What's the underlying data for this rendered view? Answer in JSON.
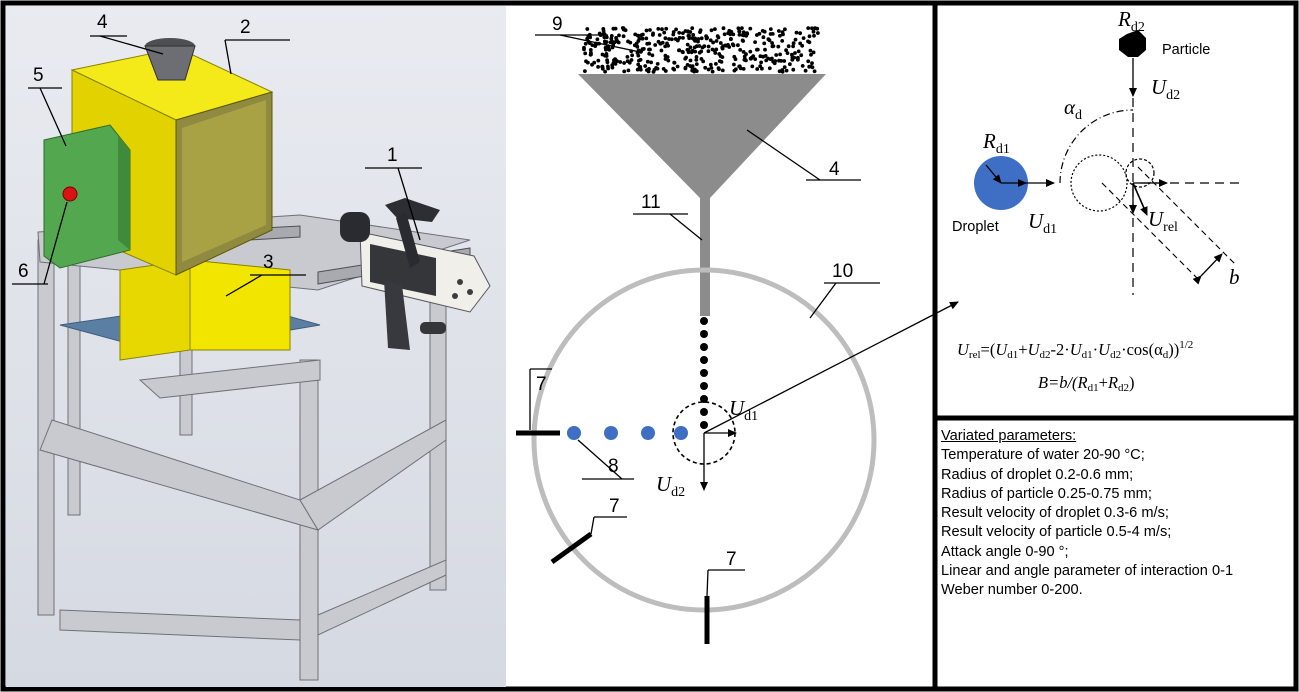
{
  "setup_panel": {
    "labels": [
      "1",
      "2",
      "3",
      "4",
      "5",
      "6"
    ]
  },
  "scheme_panel": {
    "labels": {
      "l9": "9",
      "l4": "4",
      "l11": "11",
      "l10": "10",
      "l7a": "7",
      "l7b": "7",
      "l7c": "7",
      "l8": "8"
    },
    "velocity_droplet": {
      "sym": "U",
      "sub": "d1"
    },
    "velocity_particle": {
      "sym": "U",
      "sub": "d2"
    }
  },
  "collision_panel": {
    "particle_radius": {
      "sym": "R",
      "sub": "d2"
    },
    "particle_label": "Particle",
    "particle_velocity": {
      "sym": "U",
      "sub": "d2"
    },
    "angle": {
      "sym": "α",
      "sub": "d"
    },
    "droplet_radius": {
      "sym": "R",
      "sub": "d1"
    },
    "droplet_label": "Droplet",
    "droplet_velocity": {
      "sym": "U",
      "sub": "d1"
    },
    "relative_velocity": {
      "sym": "U",
      "sub": "rel"
    },
    "offset_label": "b",
    "formula_urel": {
      "lhs": "U",
      "lhs_sub": "rel",
      "eq": "=(",
      "t1": "U",
      "t1_sub": "d1",
      "p1": "+",
      "t2": "U",
      "t2_sub": "d2",
      "m1": "-2·",
      "t3": "U",
      "t3_sub": "d1",
      "dot": "·",
      "t4": "U",
      "t4_sub": "d2",
      "cos": "·cos(α",
      "cos_sub": "d",
      "close": "))",
      "exp": "1/2"
    },
    "formula_B": {
      "lhs": "B=b/(",
      "r1": "R",
      "r1_sub": "d1",
      "plus": "+",
      "r2": "R",
      "r2_sub": "d2",
      "close": ")"
    }
  },
  "parameters_panel": {
    "title": "Variated parameters:",
    "items": [
      "Temperature of water 20-90 °C;",
      "Radius of droplet 0.2-0.6 mm;",
      "Radius of particle 0.25-0.75 mm;",
      "Result velocity of droplet 0.3-6 m/s;",
      "Result velocity of particle 0.5-4 m/s;",
      "Attack angle 0-90 °;",
      "Linear and angle parameter of interaction 0-1",
      "Weber number 0-200."
    ]
  },
  "colors": {
    "yellow": "#f2e600",
    "green": "#4fa84c",
    "droplet": "#3f6fc4",
    "metal": "#c8c8cc",
    "grey": "#8c8c8c",
    "circle": "#b9b9b9"
  }
}
